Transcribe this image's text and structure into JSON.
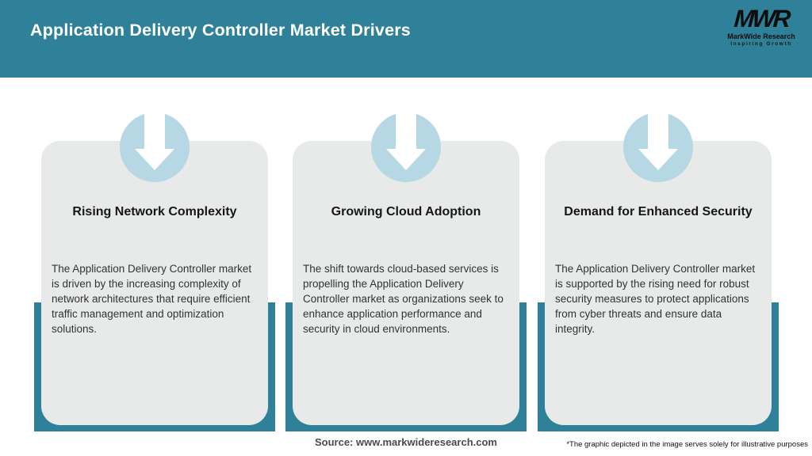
{
  "header": {
    "title": "Application Delivery Controller Market Drivers",
    "bg_color": "#2E8199",
    "logo": {
      "monogram": "MWR",
      "name": "MarkWide Research",
      "tagline": "Inspiring Growth"
    }
  },
  "cards": [
    {
      "icon": "down-arrow-icon",
      "title": "Rising Network Complexity",
      "body": "The Application Delivery Controller market is driven by the increasing complexity of network architectures that require efficient traffic management and optimization solutions."
    },
    {
      "icon": "down-arrow-icon",
      "title": "Growing Cloud Adoption",
      "body": "The shift towards cloud-based services is propelling the Application Delivery Controller market as organizations seek to enhance application performance and security in cloud environments."
    },
    {
      "icon": "down-arrow-icon",
      "title": "Demand for Enhanced Security",
      "body": "The Application Delivery Controller market is supported by the rising need for robust security measures to protect applications from cyber threats and ensure data integrity."
    }
  ],
  "footer": {
    "source": "Source: www.markwideresearch.com",
    "disclaimer": "*The graphic depicted in the image serves solely for illustrative purposes"
  },
  "colors": {
    "teal": "#2E8199",
    "circle_blue": "#B5D8E4",
    "card_gray": "#E8EAEA",
    "arrow_white": "#FFFFFF"
  }
}
